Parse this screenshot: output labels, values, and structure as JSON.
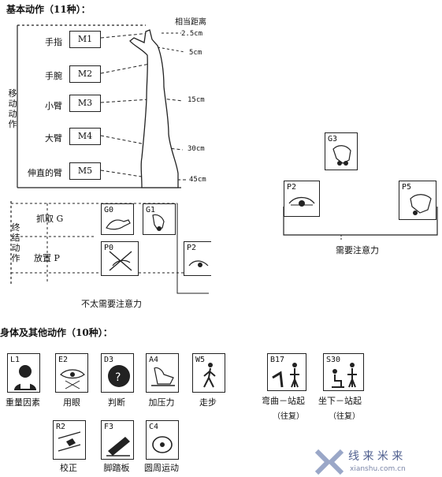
{
  "section1": {
    "title": "基本动作（11种）：",
    "vertical_label_move": "移动动作",
    "vertical_label_terminal": "终结动作",
    "distance_header": "相当距离",
    "moves": [
      {
        "label": "手指",
        "code": "M1",
        "dist": "2.5cm"
      },
      {
        "label": "手腕",
        "code": "M2",
        "dist": "5cm"
      },
      {
        "label": "小臂",
        "code": "M3",
        "dist": "15cm"
      },
      {
        "label": "大臂",
        "code": "M4",
        "dist": "30cm"
      },
      {
        "label": "伸直的臂",
        "code": "M5",
        "dist": "45cm"
      }
    ],
    "grab_label": "抓取 G",
    "place_label": "放置 P",
    "g_boxes": [
      "G0",
      "G1"
    ],
    "p_boxes": [
      "P0",
      "P2"
    ],
    "less_attention": "不太需要注意力",
    "attention_boxes": [
      "G3",
      "P2",
      "P5"
    ],
    "need_attention": "需要注意力"
  },
  "section2": {
    "title": "身体及其他动作（10种）：",
    "row1": [
      {
        "code": "L1",
        "caption": "重量因素"
      },
      {
        "code": "E2",
        "caption": "用眼"
      },
      {
        "code": "D3",
        "caption": "判断"
      },
      {
        "code": "A4",
        "caption": "加压力"
      },
      {
        "code": "W5",
        "caption": "走步"
      }
    ],
    "row2": [
      {
        "code": "R2",
        "caption": "校正"
      },
      {
        "code": "F3",
        "caption": "脚踏板"
      },
      {
        "code": "C4",
        "caption": "圆周运动"
      }
    ],
    "pairs": [
      {
        "code": "B17",
        "caption": "弯曲－站起",
        "sub": "（往复）"
      },
      {
        "code": "S30",
        "caption": "坐下－站起",
        "sub": "（往复）"
      }
    ]
  },
  "watermark": {
    "text": "线 来 米 来",
    "url": "xianshu.com.cn"
  }
}
